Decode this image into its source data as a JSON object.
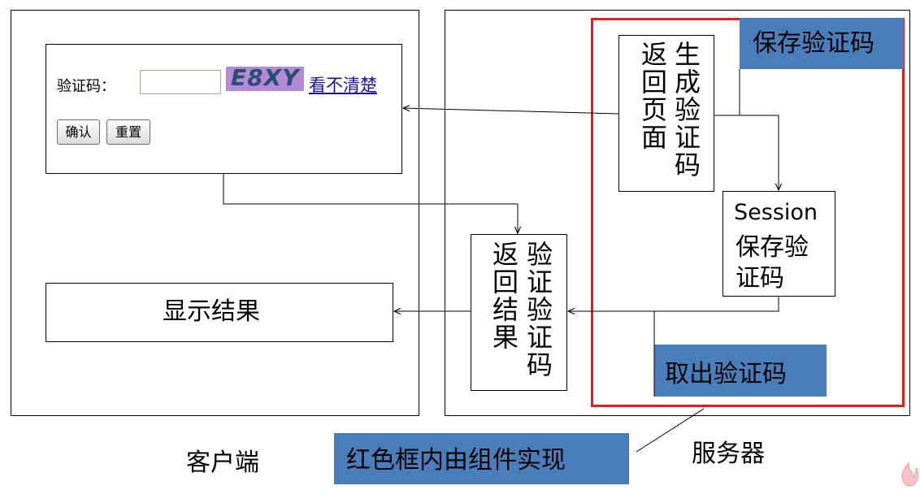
{
  "client_form": {
    "captcha_label": "验证码：",
    "captcha_input_value": "",
    "captcha_image_text": "E8XY",
    "unclear_link": "看不清楚",
    "confirm_button": "确认",
    "reset_button": "重置"
  },
  "boxes": {
    "show_result": "显示结果",
    "return_page": "返回页面",
    "generate_captcha": "生成验证码",
    "session_title": "Session",
    "session_text": "保存验证码",
    "return_verify": "返回结果",
    "verify_captcha": "验证验证码"
  },
  "blue_labels": {
    "save_captcha": "保存验证码",
    "fetch_captcha": "取出验证码",
    "note": "红色框内由组件实现"
  },
  "captions": {
    "client": "客户端",
    "server": "服务器"
  },
  "colors": {
    "red_frame": "#e02020",
    "blue_label": "#4a7ebb",
    "captcha_bg": "#b48ad6",
    "link": "#1a0dab"
  }
}
